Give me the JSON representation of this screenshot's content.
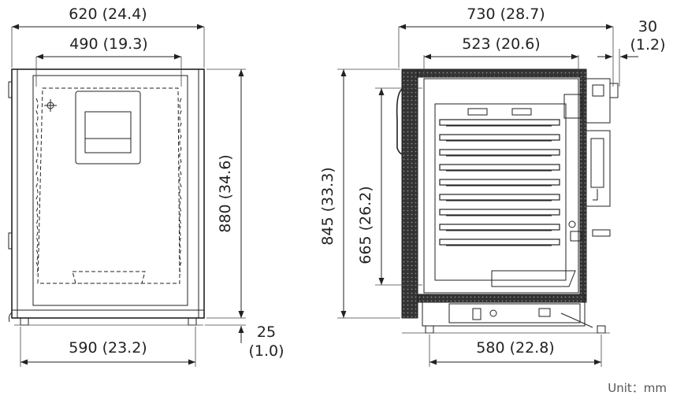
{
  "dimensions": {
    "front_width": "620 (24.4)",
    "front_inner_width": "490 (19.3)",
    "front_height": "880 (34.6)",
    "foot_height_mm": "25",
    "foot_height_in": "(1.0)",
    "front_base_width": "590 (23.2)",
    "side_depth": "730 (28.7)",
    "side_inner_depth": "523 (20.6)",
    "side_handle_mm": "30",
    "side_handle_in": "(1.2)",
    "side_body_height": "845 (33.3)",
    "side_chamber_height": "665 (26.2)",
    "side_base_depth": "580 (22.8)"
  },
  "unit_label": "Unit：mm"
}
